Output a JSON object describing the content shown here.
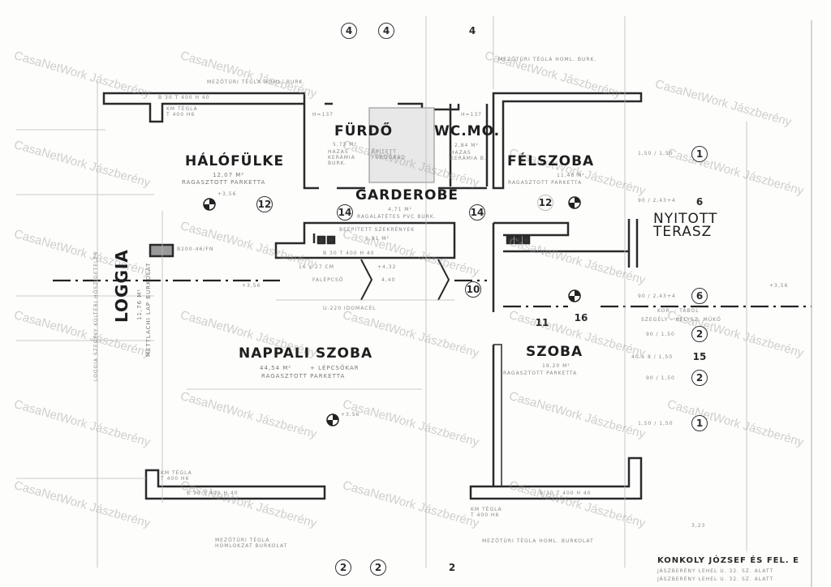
{
  "rooms": [
    {
      "name": "HÁLÓFÜLKE",
      "area": "12,07 M²",
      "floor": "RAGASZTOTT PARKETTA"
    },
    {
      "name": "FÜRDŐ",
      "area": "5,73 M²",
      "floor": "HAZAS KERÁMIA BURK.",
      "extra": "ÉPÍTETT FÜRDŐKÁD"
    },
    {
      "name": "WC.MO.",
      "area": "2,84 M²",
      "floor": "HAZAS KERÁMIA B."
    },
    {
      "name": "GARDEROBE",
      "area": "4,71 M²",
      "floor": "RAGALÁTÉTES PVC BURK."
    },
    {
      "name": "FÉLSZOBA",
      "area": "11,48 M²",
      "floor": "RAGASZTOTT PARKETTA"
    },
    {
      "name": "NYITOTT TERASZ"
    },
    {
      "name": "LOGGIA",
      "area": "11,76 M²",
      "floor": "METTLACHI LAP BURKOLAT"
    },
    {
      "name": "NAPPALI SZOBA",
      "area": "44,54 M²",
      "extra": "+ LÉPCSŐKAR",
      "floor": "RAGASZTOTT PARKETTA"
    },
    {
      "name": "SZOBA",
      "area": "19,20 M²",
      "floor": "RAGASZTOTT PARKETTA"
    },
    {
      "name": "BEÉPÍTETT SZEKRÉNYEK",
      "area": "1,91 M²"
    }
  ],
  "annotations": {
    "top_left_burk": "MEZŐTÚRI TÉGLA HOML. BURK.",
    "top_right_burk": "MEZŐTÚRI TÉGLA HOML. BURK.",
    "bottom_left_burk": "MEZŐTÚRI TÉGLA HOMLOKZAT BURKOLAT",
    "bottom_right_burk": "MEZŐTÚRI TÉGLA HOML. BURKOLAT",
    "wall_top": "B 30  T 400  H 40",
    "wall_stair": "B 30  T 400  H 40",
    "wall_bottom_left": "B 30  T 400  H 40",
    "wall_bottom_right": "B 30  T 400  H 40",
    "km_tegla_1": "KM TÉGLA T 400 H6",
    "km_tegla_2": "KM TÉGLA T 400 H6",
    "km_tegla_3": "KM TÉGLA T 400 H6",
    "h137a": "H=137",
    "h137b": "H=137",
    "chimney": "B200-46/FN",
    "stairs_size": "16 x 27 CM",
    "stairs": "FALÉPCSŐ",
    "stair_h1": "+4,32",
    "stair_h2": "4,40",
    "beam": "U-220 IDOMACÉL",
    "loggia_note": "LOGGIA SZEGÉLY KÜLTÉRI HŐSZIGETELÉS",
    "lvl1": "+3,56",
    "lvl2": "+3,56",
    "lvl3": "+3,56",
    "lvl4": "+3,56",
    "terrace_note1": "KOR. - TÁBOL",
    "terrace_note2": "SZEGÉLY - HELYSZ. MŰKŐ",
    "dims": [
      "1,50 / 1,50",
      "90 / 2,43+4",
      "90 / 2,43+4",
      "90 / 1,50",
      "40 x 8 / 1,50",
      "90 / 1,50",
      "1,50 / 1,50",
      "3,23"
    ]
  },
  "markers": [
    "4",
    "4",
    "4",
    "12",
    "14",
    "14",
    "12",
    "1",
    "6",
    "10",
    "11",
    "16",
    "6",
    "2",
    "15",
    "2",
    "1",
    "2",
    "2",
    "2"
  ],
  "title_block": {
    "owner": "KONKOLY JÓZSEF ÉS FEL. E",
    "line2": "JÁSZBERÉNY LEHEL U. 32. SZ. ALATT",
    "line3": "JÁSZBERÉNY LEHEL U. 32. SZ. ALATT"
  },
  "watermark": "CasaNetWork Jászberény"
}
